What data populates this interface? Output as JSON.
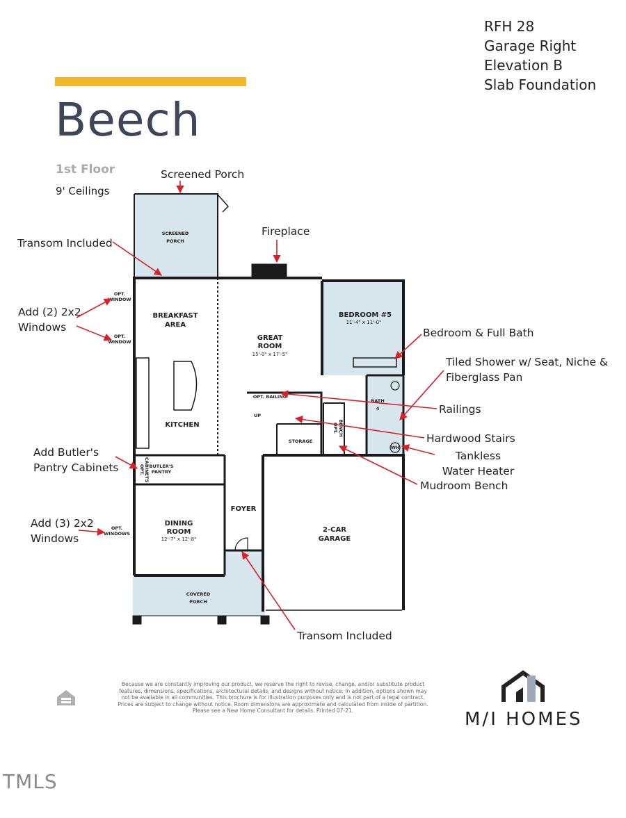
{
  "specs": {
    "line1": "RFH 28",
    "line2": "Garage Right",
    "line3": "Elevation B",
    "line4": "Slab Foundation"
  },
  "colors": {
    "accent": "#F3B72A",
    "title": "#3F4657",
    "room_fill": "#D7E6EC",
    "arrow": "#D81F2A",
    "wall": "#1A1A1A"
  },
  "title": "Beech",
  "floor_label": "1st Floor",
  "ceiling_label": "9' Ceilings",
  "annotations": {
    "screened_porch": "Screened Porch",
    "transom_top": "Transom Included",
    "fireplace": "Fireplace",
    "add_2_windows_l1": "Add (2) 2x2",
    "add_2_windows_l2": "Windows",
    "bedroom_bath": "Bedroom & Full Bath",
    "tiled_shower_l1": "Tiled Shower w/ Seat, Niche &",
    "tiled_shower_l2": "Fiberglass Pan",
    "railings": "Railings",
    "hardwood_stairs": "Hardwood Stairs",
    "tankless_l1": "Tankless",
    "tankless_l2": "Water Heater",
    "mudroom_bench": "Mudroom Bench",
    "butlers_l1": "Add Butler's",
    "butlers_l2": "Pantry Cabinets",
    "add_3_windows_l1": "Add (3) 2x2",
    "add_3_windows_l2": "Windows",
    "transom_bottom": "Transom Included"
  },
  "rooms": {
    "screened_porch_l1": "SCREENED",
    "screened_porch_l2": "PORCH",
    "breakfast_l1": "BREAKFAST",
    "breakfast_l2": "AREA",
    "kitchen": "KITCHEN",
    "great_room_l1": "GREAT",
    "great_room_l2": "ROOM",
    "great_room_dim": "15'-0\" x 17'-5\"",
    "bedroom5": "BEDROOM #5",
    "bedroom5_dim": "11'-4\" x 11'-0\"",
    "bath4_l1": "BATH",
    "bath4_l2": "4",
    "opt_railing": "OPT. RAILING",
    "up": "UP",
    "storage": "STORAGE",
    "opt_bench_l1": "OPT.",
    "opt_bench_l2": "BENCH",
    "wh": "WH",
    "opt_window_l1": "OPT.",
    "opt_window_l2": "WINDOW",
    "opt_windows_l2": "WINDOWS",
    "opt_cabinets_l1": "OPT.",
    "opt_cabinets_l2": "CABINETS",
    "butlers_pantry_l1": "BUTLER'S",
    "butlers_pantry_l2": "PANTRY",
    "foyer": "FOYER",
    "dining_l1": "DINING",
    "dining_l2": "ROOM",
    "dining_dim": "12'-7\" x 12'-8\"",
    "garage_l1": "2-CAR",
    "garage_l2": "GARAGE",
    "covered_porch_l1": "COVERED",
    "covered_porch_l2": "PORCH"
  },
  "disclaimer": "Because we are constantly improving our product, we reserve the right to revise, change, and/or substitute product features, dimensions, specifications, architectural details, and designs without notice. In addition, options shown may not be available in all communities. This brochure is for illustration purposes only and is not part of a legal contract. Prices are subject to change without notice. Room dimensions are approximate and calculated from inside of partition. Please see a New Home Consultant for details. Printed 07-21.",
  "brand": "M/I HOMES",
  "watermark": "TMLS"
}
